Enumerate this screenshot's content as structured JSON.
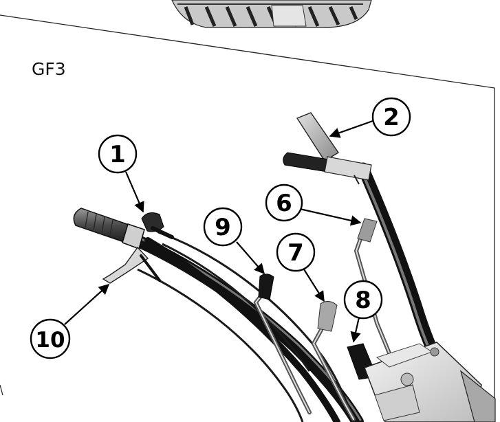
{
  "diagram": {
    "model_label": "GF3",
    "callouts": [
      "1",
      "2",
      "6",
      "7",
      "8",
      "9",
      "10"
    ]
  }
}
